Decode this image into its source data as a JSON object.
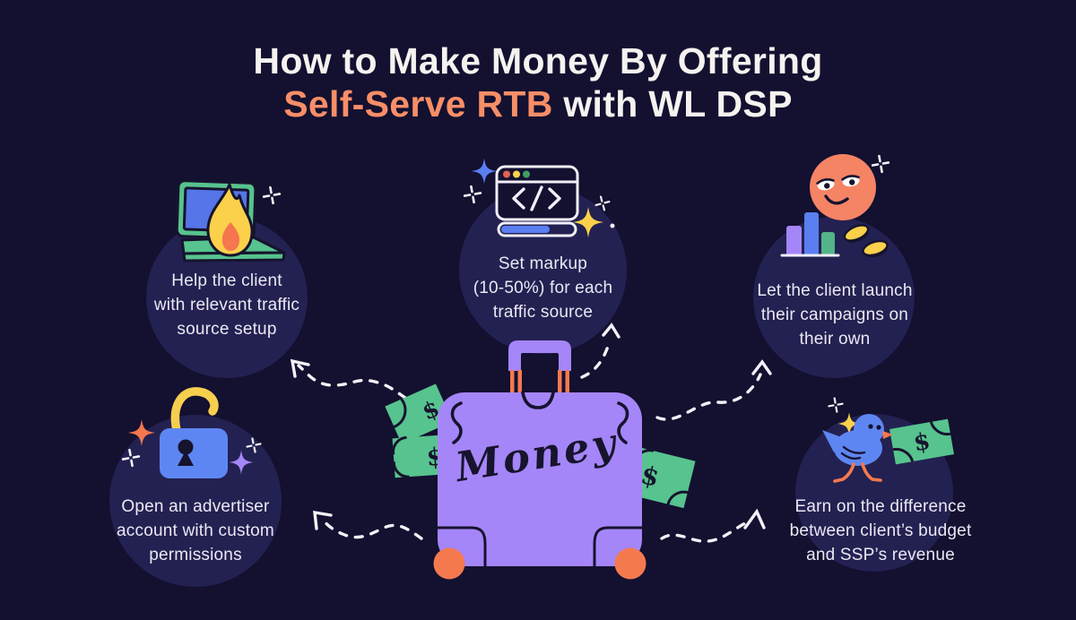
{
  "title": {
    "line1": "How to Make Money By Offering",
    "line2_accent": "Self-Serve RTB",
    "line2_rest": " with WL DSP"
  },
  "nodes": [
    {
      "id": "traffic-setup",
      "icon": "laptop-fire-icon",
      "lines": [
        "Help the client",
        "with relevant traffic",
        "source setup"
      ]
    },
    {
      "id": "set-markup",
      "icon": "browser-code-icon",
      "lines": [
        "Set markup",
        "(10-50%) for each",
        "traffic source"
      ]
    },
    {
      "id": "client-launch",
      "icon": "face-bar-chart-coins-icon",
      "lines": [
        "Let the client launch",
        "their campaigns on",
        "their own"
      ]
    },
    {
      "id": "advertiser-account",
      "icon": "open-padlock-icon",
      "lines": [
        "Open an advertiser",
        "account with custom",
        "permissions"
      ]
    },
    {
      "id": "earn-difference",
      "icon": "bird-with-dollar-bill-icon",
      "lines": [
        "Earn on the difference",
        "between client’s budget",
        "and SSP’s revenue"
      ]
    }
  ],
  "suitcase": {
    "label": "Money",
    "dollar_sign": "$"
  },
  "icons": {
    "top_left": "laptop-fire-icon",
    "top_center": "browser-code-icon",
    "top_right": "face-bar-chart-coins-icon",
    "bottom_left": "open-padlock-icon",
    "bottom_right": "bird-with-dollar-bill-icon",
    "center": "money-suitcase-icon"
  },
  "palette": {
    "background": "#131030",
    "node_circle": "#232151",
    "title_text": "#f5f2ef",
    "accent_orange": "#f78e67",
    "body_text": "#eae8f3",
    "purple": "#a586f8",
    "orange": "#f5794f",
    "salmon": "#f58465",
    "yellow": "#fbd04b",
    "green": "#57c38e",
    "blue": "#5b7ef0",
    "lock_blue": "#5e86f2",
    "ink": "#16132e",
    "dash_white": "#f3f1f7"
  }
}
